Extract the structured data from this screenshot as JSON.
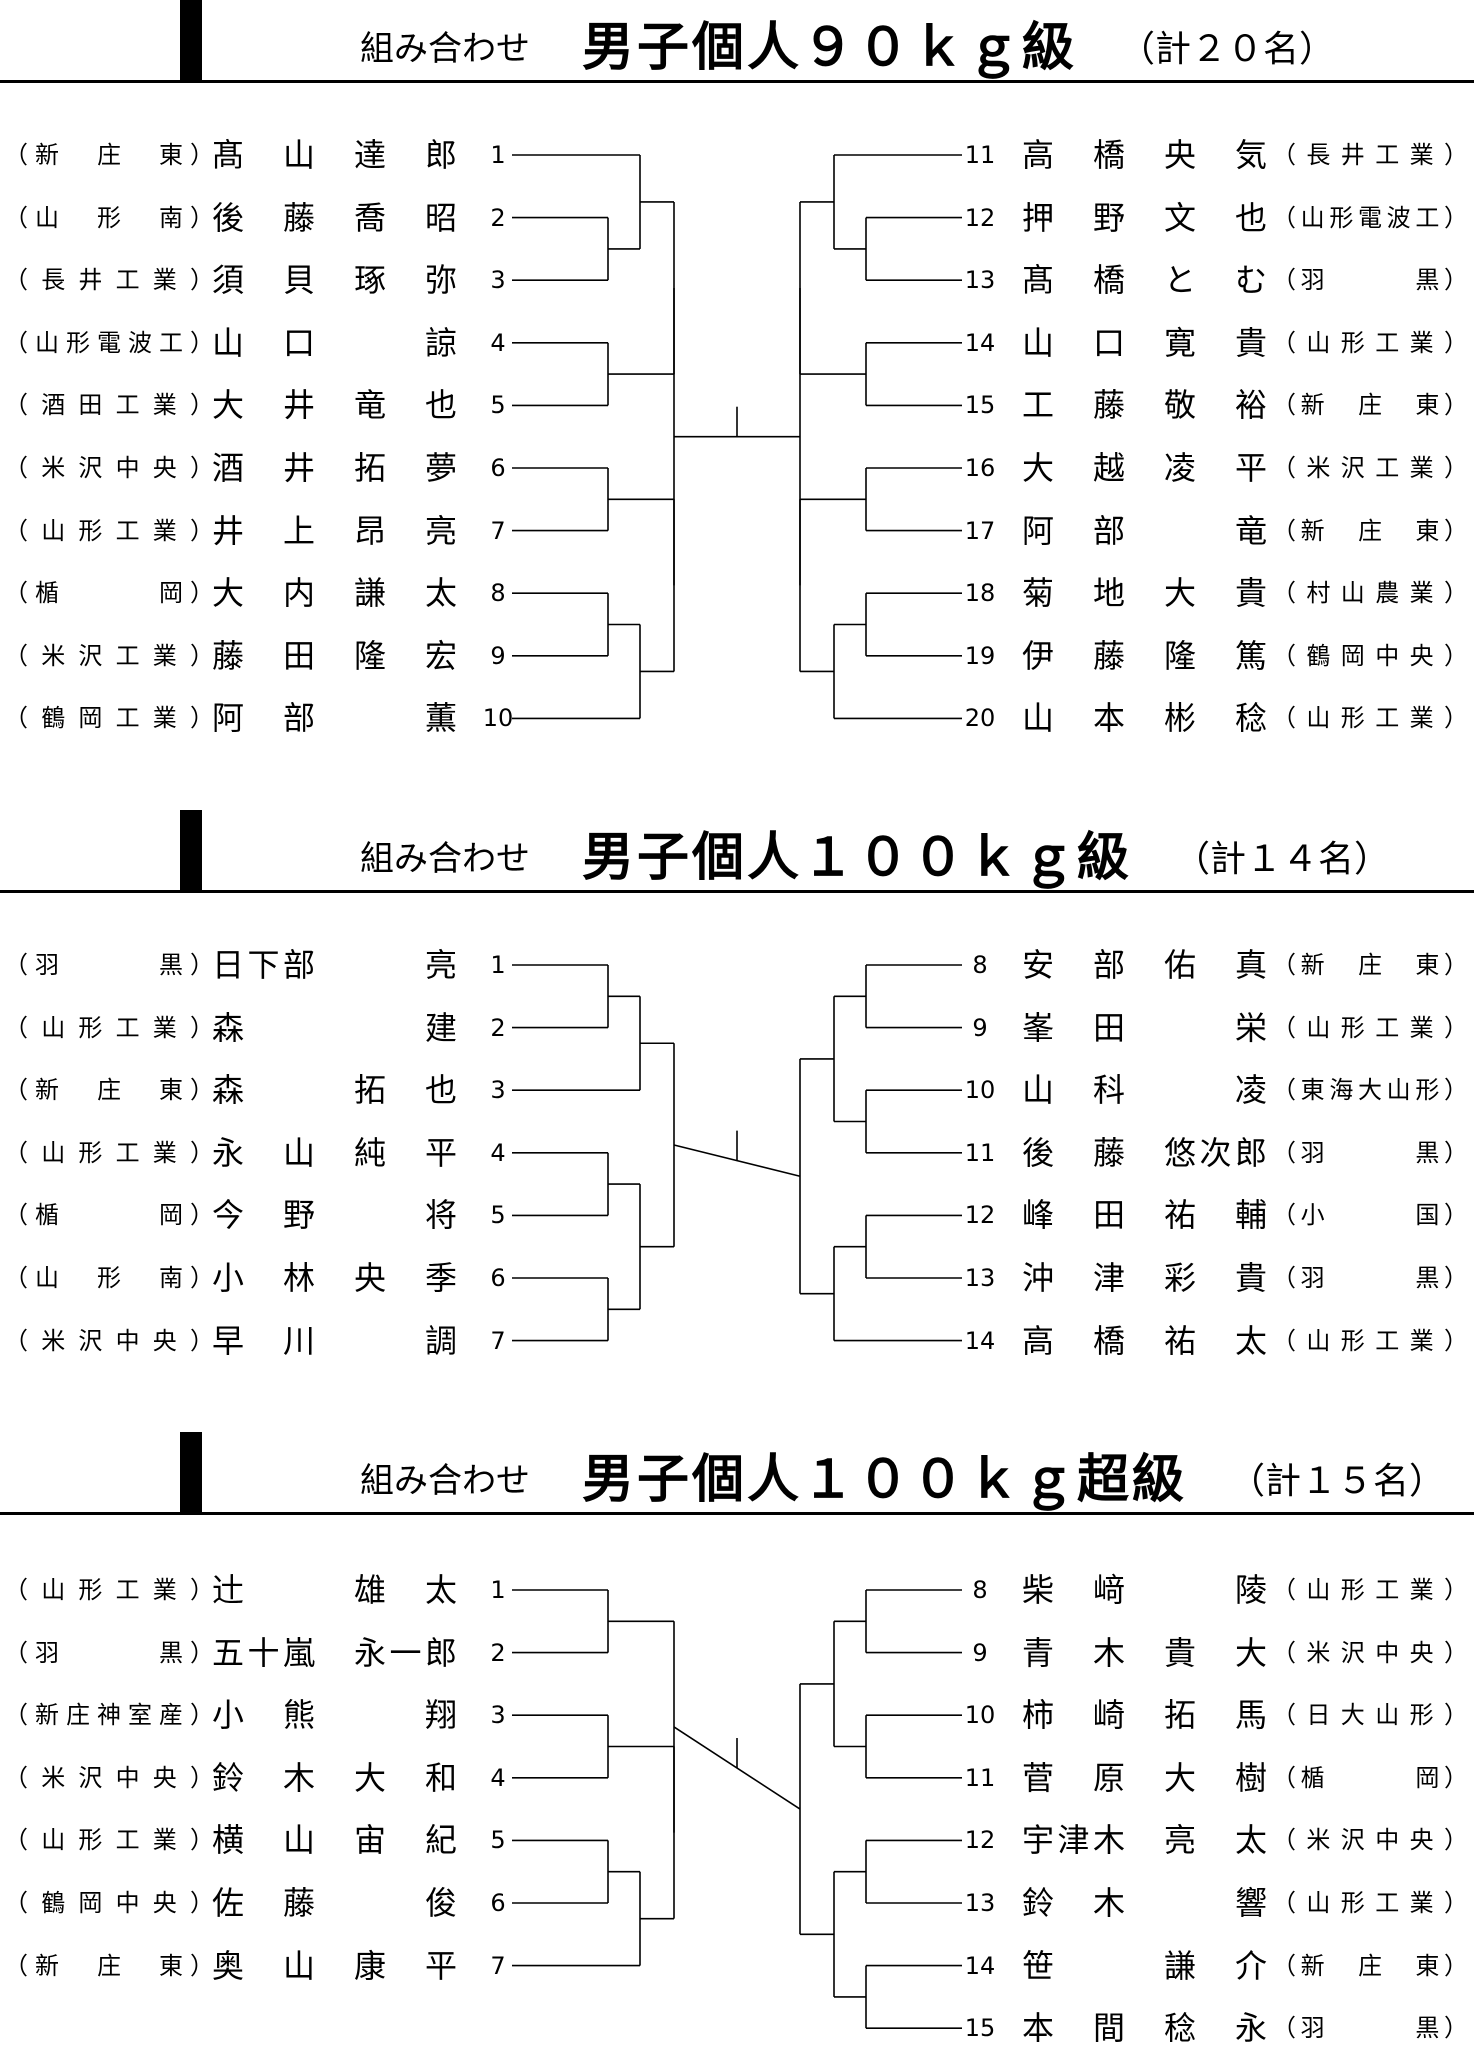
{
  "sections": [
    {
      "prefix": "組み合わせ",
      "title": "男子個人９０ｋｇ級",
      "count": "（計２０名）",
      "left": [
        {
          "num": "1",
          "name": "髙　山　達　郎",
          "school": "（新　庄　東）"
        },
        {
          "num": "2",
          "name": "後　藤　喬　昭",
          "school": "（山　形　南）"
        },
        {
          "num": "3",
          "name": "須　貝　琢　弥",
          "school": "（長井工業）"
        },
        {
          "num": "4",
          "name": "山　口　　　諒",
          "school": "（山形電波工）"
        },
        {
          "num": "5",
          "name": "大　井　竜　也",
          "school": "（酒田工業）"
        },
        {
          "num": "6",
          "name": "酒　井　拓　夢",
          "school": "（米沢中央）"
        },
        {
          "num": "7",
          "name": "井　上　昂　亮",
          "school": "（山形工業）"
        },
        {
          "num": "8",
          "name": "大　内　謙　太",
          "school": "（楯　　　岡）"
        },
        {
          "num": "9",
          "name": "藤　田　隆　宏",
          "school": "（米沢工業）"
        },
        {
          "num": "10",
          "name": "阿　部　　　薫",
          "school": "（鶴岡工業）"
        }
      ],
      "right": [
        {
          "num": "11",
          "name": "高　橋　央　気",
          "school": "（長井工業）"
        },
        {
          "num": "12",
          "name": "押　野　文　也",
          "school": "（山形電波工）"
        },
        {
          "num": "13",
          "name": "髙　橋　と　む",
          "school": "（羽　　　黒）"
        },
        {
          "num": "14",
          "name": "山　口　寛　貴",
          "school": "（山形工業）"
        },
        {
          "num": "15",
          "name": "工　藤　敬　裕",
          "school": "（新　庄　東）"
        },
        {
          "num": "16",
          "name": "大　越　凌　平",
          "school": "（米沢工業）"
        },
        {
          "num": "17",
          "name": "阿　部　　　竜",
          "school": "（新　庄　東）"
        },
        {
          "num": "18",
          "name": "菊　地　大　貴",
          "school": "（村山農業）"
        },
        {
          "num": "19",
          "name": "伊　藤　隆　篤",
          "school": "（鶴岡中央）"
        },
        {
          "num": "20",
          "name": "山　本　彬　稔",
          "school": "（山形工業）"
        }
      ]
    },
    {
      "prefix": "組み合わせ",
      "title": "男子個人１００ｋｇ級",
      "count": "（計１４名）",
      "left": [
        {
          "num": "1",
          "name": "日下部　　　亮",
          "school": "（羽　　　黒）"
        },
        {
          "num": "2",
          "name": "森　　　　　建",
          "school": "（山形工業）"
        },
        {
          "num": "3",
          "name": "森　　　拓　也",
          "school": "（新　庄　東）"
        },
        {
          "num": "4",
          "name": "永　山　純　平",
          "school": "（山形工業）"
        },
        {
          "num": "5",
          "name": "今　野　　　将",
          "school": "（楯　　　岡）"
        },
        {
          "num": "6",
          "name": "小　林　央　季",
          "school": "（山　形　南）"
        },
        {
          "num": "7",
          "name": "早　川　　　調",
          "school": "（米沢中央）"
        }
      ],
      "right": [
        {
          "num": "8",
          "name": "安　部　佑　真",
          "school": "（新　庄　東）"
        },
        {
          "num": "9",
          "name": "峯　田　　　栄",
          "school": "（山形工業）"
        },
        {
          "num": "10",
          "name": "山　科　　　凌",
          "school": "（東海大山形）"
        },
        {
          "num": "11",
          "name": "後　藤　悠次郎",
          "school": "（羽　　　黒）"
        },
        {
          "num": "12",
          "name": "峰　田　祐　輔",
          "school": "（小　　　国）"
        },
        {
          "num": "13",
          "name": "沖　津　彩　貴",
          "school": "（羽　　　黒）"
        },
        {
          "num": "14",
          "name": "高　橋　祐　太",
          "school": "（山形工業）"
        }
      ]
    },
    {
      "prefix": "組み合わせ",
      "title": "男子個人１００ｋｇ超級",
      "count": "（計１５名）",
      "left": [
        {
          "num": "1",
          "name": "辻　　　雄　太",
          "school": "（山形工業）"
        },
        {
          "num": "2",
          "name": "五十嵐　永一郎",
          "school": "（羽　　　黒）"
        },
        {
          "num": "3",
          "name": "小　熊　　　翔",
          "school": "（新庄神室産）"
        },
        {
          "num": "4",
          "name": "鈴　木　大　和",
          "school": "（米沢中央）"
        },
        {
          "num": "5",
          "name": "横　山　宙　紀",
          "school": "（山形工業）"
        },
        {
          "num": "6",
          "name": "佐　藤　　　俊",
          "school": "（鶴岡中央）"
        },
        {
          "num": "7",
          "name": "奥　山　康　平",
          "school": "（新　庄　東）"
        }
      ],
      "right": [
        {
          "num": "8",
          "name": "柴　﨑　　　陵",
          "school": "（山形工業）"
        },
        {
          "num": "9",
          "name": "青　木　貴　大",
          "school": "（米沢中央）"
        },
        {
          "num": "10",
          "name": "柿　崎　拓　馬",
          "school": "（日大山形）"
        },
        {
          "num": "11",
          "name": "菅　原　大　樹",
          "school": "（楯　　　岡）"
        },
        {
          "num": "12",
          "name": "宇津木　亮　太",
          "school": "（米沢中央）"
        },
        {
          "num": "13",
          "name": "鈴　木　　　響",
          "school": "（山形工業）"
        },
        {
          "num": "14",
          "name": "笹　　　謙　介",
          "school": "（新　庄　東）"
        },
        {
          "num": "15",
          "name": "本　間　稔　永",
          "school": "（羽　　　黒）"
        }
      ]
    }
  ]
}
